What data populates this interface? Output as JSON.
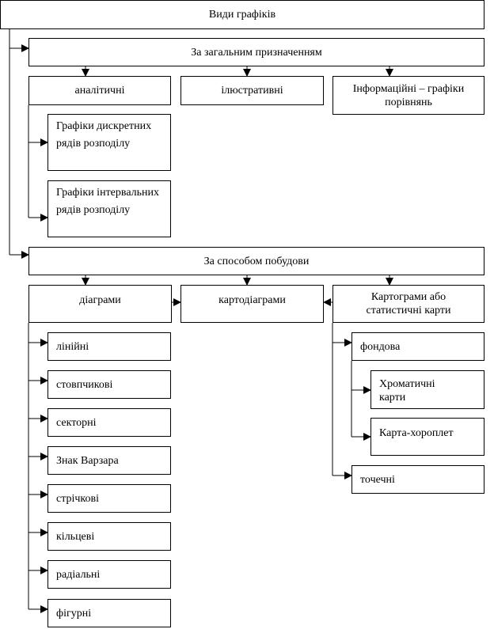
{
  "root": "Види графіків",
  "by_purpose": {
    "title": "За загальним призначенням",
    "analytical": "аналітичні",
    "illustrative": "ілюстративні",
    "informational": "Інформаційні – графіки порівнянь",
    "discrete": "Графіки дискретних рядів розподілу",
    "interval": "Графіки інтервальних рядів розподілу"
  },
  "by_construction": {
    "title": "За способом побудови",
    "diagrams": "діаграми",
    "cartodiagrams": "картодіаграми",
    "cartograms": "Картограми або статистичні карти",
    "diagram_types": [
      "лінійні",
      "стовпчикові",
      "секторні",
      "Знак Варзара",
      "стрічкові",
      "кільцеві",
      "радіальні",
      "фігурні"
    ],
    "background": "фондова",
    "chromatic": "Хроматичні карти",
    "choropleth": "Карта-хороплет",
    "dot": "точечні"
  }
}
